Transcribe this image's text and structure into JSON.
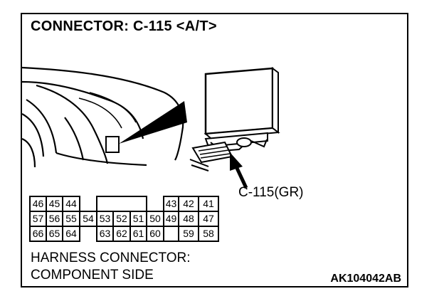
{
  "title": "CONNECTOR: C-115 <A/T>",
  "connector_label": "C-115(GR)",
  "pins": {
    "row1_left": [
      "46",
      "45",
      "44"
    ],
    "row1_right": [
      "43",
      "42",
      "41"
    ],
    "row2": [
      "57",
      "56",
      "55",
      "54",
      "53",
      "52",
      "51",
      "50",
      "49",
      "48",
      "47"
    ],
    "row3_left": [
      "66",
      "65",
      "64"
    ],
    "row3_mid": [
      "63",
      "62",
      "61",
      "60"
    ],
    "row3_right": [
      "59",
      "58"
    ]
  },
  "caption_line1": "HARNESS CONNECTOR:",
  "caption_line2": "COMPONENT SIDE",
  "figure_code": "AK104042AB"
}
